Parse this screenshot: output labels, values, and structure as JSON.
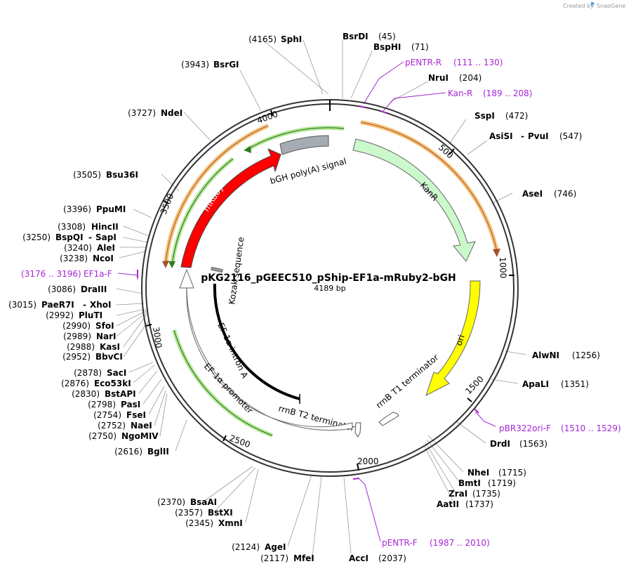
{
  "plasmid": {
    "name": "pKG2116_pGEEC510_pShip-EF1a-mRuby2-bGH",
    "length_label": "4189 bp"
  },
  "branding": {
    "created_by": "Created by",
    "product": "SnapGene"
  },
  "ticks": [
    "500",
    "1000",
    "1500",
    "2000",
    "2500",
    "3000",
    "3500",
    "4000"
  ],
  "features": [
    {
      "label": "KanR",
      "color": "#ccf9cc"
    },
    {
      "label": "ori",
      "color": "#ffff00"
    },
    {
      "label": "rrnB T1 terminator",
      "color": "#ffffff"
    },
    {
      "label": "rrnB T2 terminator",
      "color": "#ffffff"
    },
    {
      "label": "EF-1α promoter",
      "color": "#ffffff"
    },
    {
      "label": "EF-1α intron A",
      "color": "#000000"
    },
    {
      "label": "Kozak sequence",
      "color": "#999999"
    },
    {
      "label": "mRuby2",
      "color": "#ff0000"
    },
    {
      "label": "bGH poly(A) signal",
      "color": "#a6acb3"
    }
  ],
  "sites_right": [
    {
      "name": "BsrDI",
      "pos": "(45)"
    },
    {
      "name": "BspHI",
      "pos": "(71)"
    },
    {
      "name": "NruI",
      "pos": "(204)"
    },
    {
      "name": "SspI",
      "pos": "(472)"
    },
    {
      "name": "AsiSI",
      "name2": "PvuI",
      "pos": "(547)"
    },
    {
      "name": "AseI",
      "pos": "(746)"
    },
    {
      "name": "AlwNI",
      "pos": "(1256)"
    },
    {
      "name": "ApaLI",
      "pos": "(1351)"
    },
    {
      "name": "DrdI",
      "pos": "(1563)"
    },
    {
      "name": "NheI",
      "pos": "(1715)"
    },
    {
      "name": "BmtI",
      "pos": "(1719)"
    },
    {
      "name": "ZraI",
      "pos": "(1735)"
    },
    {
      "name": "AatII",
      "pos": "(1737)"
    },
    {
      "name": "AccI",
      "pos": "(2037)"
    }
  ],
  "sites_left": [
    {
      "name": "SphI",
      "pos": "(4165)"
    },
    {
      "name": "BsrGI",
      "pos": "(3943)"
    },
    {
      "name": "NdeI",
      "pos": "(3727)"
    },
    {
      "name": "Bsu36I",
      "pos": "(3505)"
    },
    {
      "name": "PpuMI",
      "pos": "(3396)"
    },
    {
      "name": "HincII",
      "pos": "(3308)"
    },
    {
      "name": "BspQI",
      "name2": "SapI",
      "pos": "(3250)"
    },
    {
      "name": "AleI",
      "pos": "(3240)"
    },
    {
      "name": "NcoI",
      "pos": "(3238)"
    },
    {
      "name": "DraIII",
      "pos": "(3086)"
    },
    {
      "name": "PaeR7I",
      "name2": "XhoI",
      "pos": "(3015)"
    },
    {
      "name": "PluTI",
      "pos": "(2992)"
    },
    {
      "name": "SfoI",
      "pos": "(2990)"
    },
    {
      "name": "NarI",
      "pos": "(2989)"
    },
    {
      "name": "KasI",
      "pos": "(2988)"
    },
    {
      "name": "BbvCI",
      "pos": "(2952)"
    },
    {
      "name": "SacI",
      "pos": "(2878)"
    },
    {
      "name": "Eco53kI",
      "pos": "(2876)"
    },
    {
      "name": "BstAPI",
      "pos": "(2830)"
    },
    {
      "name": "PasI",
      "pos": "(2798)"
    },
    {
      "name": "FseI",
      "pos": "(2754)"
    },
    {
      "name": "NaeI",
      "pos": "(2752)"
    },
    {
      "name": "NgoMIV",
      "pos": "(2750)"
    },
    {
      "name": "BglII",
      "pos": "(2616)"
    },
    {
      "name": "BsaAI",
      "pos": "(2370)"
    },
    {
      "name": "BstXI",
      "pos": "(2357)"
    },
    {
      "name": "XmnI",
      "pos": "(2345)"
    },
    {
      "name": "AgeI",
      "pos": "(2124)"
    },
    {
      "name": "MfeI",
      "pos": "(2117)"
    }
  ],
  "primers": [
    {
      "name": "pENTR-R",
      "range": "(111 .. 130)"
    },
    {
      "name": "Kan-R",
      "range": "(189 .. 208)"
    },
    {
      "name": "pBR322ori-F",
      "range": "(1510 .. 1529)"
    },
    {
      "name": "pENTR-F",
      "range": "(1987 .. 2010)"
    },
    {
      "name": "EF1a-F",
      "range": "(3176 .. 3196)"
    }
  ],
  "colors": {
    "backbone": "#333333",
    "primer": "#a626d6",
    "orf_highlight": "#f7b860",
    "promoter_highlight": "#66cc33"
  }
}
